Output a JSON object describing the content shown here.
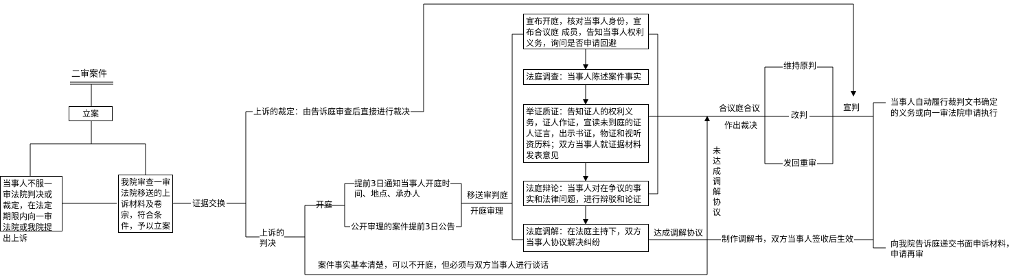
{
  "title": "二审案件",
  "boxes": {
    "filing": "立案",
    "appeal": "当事人不服一审法院判决或裁定，在法定期限内向一审法院或我院提出上诉",
    "review": "我院审查一审法院移送的上诉材料及卷宗，符合条件，予以立案",
    "announce": "宣布开庭，核对当事人身份，宣布合议庭 成员，告知当事人权利义务，询问是否申请回避",
    "investigation": "法庭调查：当事人陈述案件事实",
    "evidence": "举证质证：告知证人的权利义务，证人作证，宣读未到庭的证人证言，出示书证，物证和视听资历料；双方当事人就证据材料发表意见",
    "debate": "法庭辩论：当事人对在争议的事实和法律问题，进行辩驳和论证",
    "mediation": "法庭调解：在法庭主持下，双方当事人协议解决纠纷"
  },
  "labels": {
    "evidence_exchange": "证据交换",
    "ruling_direct": "上诉的裁定：由告诉庭审查后直接进行裁决",
    "judgment": "上诉的\n判决",
    "open_court": "开庭",
    "notice_3days": "提前3日通知当事人开庭时\n间、地点、承办人",
    "public_notice": "公开审理的案件提前3日公告",
    "transfer": "移送审判庭",
    "court_trial": "开庭审理",
    "no_court": "案件事实基本清楚，可以不开庭，但必须与双方当事人进行谈话",
    "collegial": "合议庭合议",
    "make_ruling": "作出裁决",
    "uphold": "维持原判",
    "amend": "改判",
    "remand": "发回重审",
    "pronounce": "宣判",
    "no_agreement": "未达成调解协议",
    "reached_agreement": "达成调解协议",
    "mediation_doc": "制作调解书，双方当事人签收后生效",
    "execution": "当事人自动履行裁判文书确定\n的义务或向一审法院申请执行",
    "retrial": "向我院告诉庭递交书面申诉材料，\n申请再审"
  }
}
